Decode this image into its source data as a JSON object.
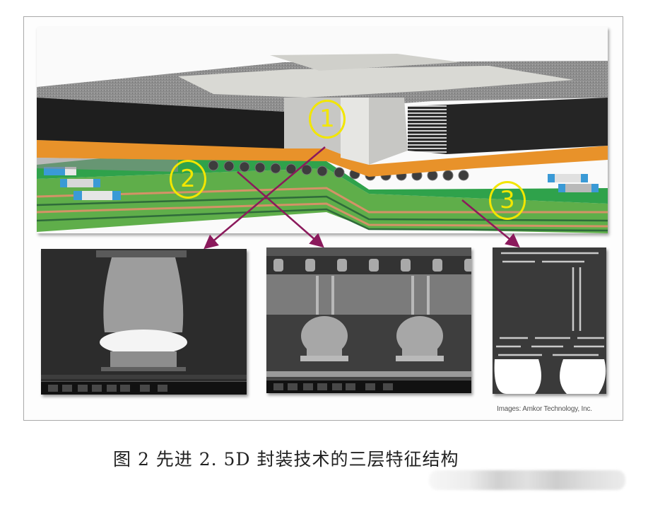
{
  "figure": {
    "caption": "图 2  先进  2. 5D 封装技术的三层特征结构",
    "credit": "Images: Amkor Technology, Inc.",
    "render": {
      "description": "3D cutaway of a 2.5D package: dies on silicon interposer on organic substrate",
      "markers": [
        {
          "label": "1",
          "target": "die-to-interposer micro-bump layer"
        },
        {
          "label": "2",
          "target": "interposer-to-substrate C4 bump layer"
        },
        {
          "label": "3",
          "target": "organic package substrate layer"
        }
      ],
      "arrow_color": "#8b1a5c",
      "marker_color": "#f2e600"
    },
    "sem_panels": [
      {
        "id": "sem1",
        "content": "cross-section of a single micro-bump / copper pillar"
      },
      {
        "id": "sem2",
        "content": "cross-section of interposer with TSVs and C4 bumps"
      },
      {
        "id": "sem3",
        "content": "cross-section of substrate build-up layers with solder balls"
      }
    ]
  },
  "watermark": {
    "text": ""
  }
}
